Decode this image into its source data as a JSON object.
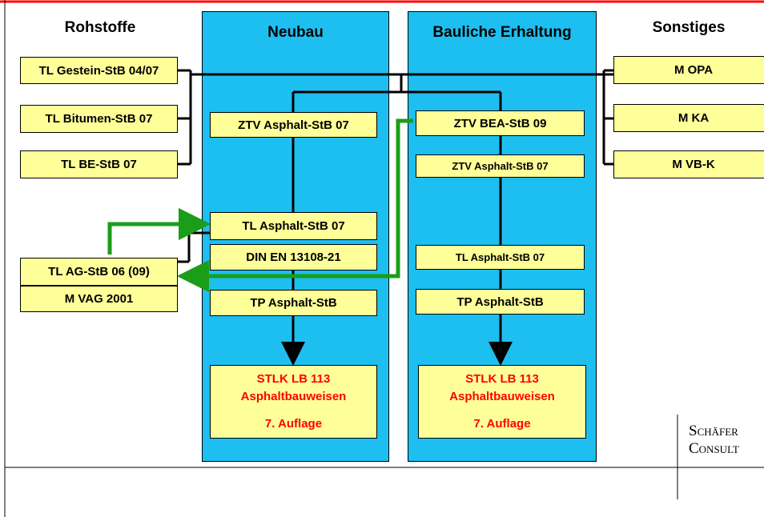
{
  "columns": {
    "rohstoffe": "Rohstoffe",
    "neubau": "Neubau",
    "erhaltung": "Bauliche Erhaltung",
    "sonstiges": "Sonstiges"
  },
  "rohstoffe": {
    "gestein": "TL Gestein-StB 04/07",
    "bitumen": "TL Bitumen-StB 07",
    "be": "TL BE-StB 07",
    "ag": "TL AG-StB 06 (09)",
    "vag": "M VAG 2001"
  },
  "neubau": {
    "ztv": "ZTV Asphalt-StB 07",
    "tl": "TL Asphalt-StB 07",
    "din": "DIN EN 13108-21",
    "tp": "TP Asphalt-StB",
    "stlk_1": "STLK LB 113",
    "stlk_2": "Asphaltbauweisen",
    "stlk_3": "7. Auflage"
  },
  "erhaltung": {
    "ztv_bea": "ZTV BEA-StB 09",
    "ztv": "ZTV Asphalt-StB 07",
    "tl": "TL Asphalt-StB 07",
    "tp": "TP Asphalt-StB",
    "stlk_1": "STLK LB 113",
    "stlk_2": "Asphaltbauweisen",
    "stlk_3": "7. Auflage"
  },
  "sonstiges": {
    "opa": "M OPA",
    "ka": "M KA",
    "vbk": "M VB-K"
  },
  "logo": {
    "line1": "Schäfer",
    "line2": "Consult"
  },
  "colors": {
    "column_fill": "#1dbff0",
    "box_fill": "#ffff99",
    "arrow_green": "#1a9e1a",
    "top_rule": "#ff0000",
    "stlk_text": "#ff0000"
  }
}
